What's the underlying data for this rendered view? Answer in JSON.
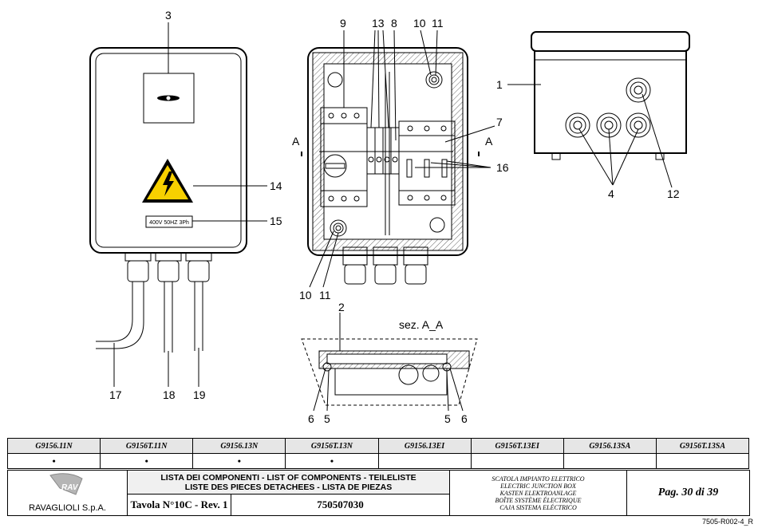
{
  "callouts": {
    "c3": "3",
    "c14": "14",
    "c15": "15",
    "c17": "17",
    "c18": "18",
    "c19": "19",
    "c9": "9",
    "c13": "13",
    "c8": "8",
    "c10a": "10",
    "c11a": "11",
    "c7": "7",
    "c16": "16",
    "cAleft": "A",
    "cAright": "A",
    "c10b": "10",
    "c11b": "11",
    "c1": "1",
    "c4": "4",
    "c12": "12",
    "c2": "2",
    "c6a": "6",
    "c5a": "5",
    "c5b": "5",
    "c6b": "6"
  },
  "section_label": "sez. A_A",
  "voltage_plate": "400V 50HZ 3Ph",
  "models": [
    {
      "code": "G9156.11N",
      "marked": "•"
    },
    {
      "code": "G9156T.11N",
      "marked": "•"
    },
    {
      "code": "G9156.13N",
      "marked": "•"
    },
    {
      "code": "G9156T.13N",
      "marked": "•"
    },
    {
      "code": "G9156.13EI",
      "marked": ""
    },
    {
      "code": "G9156T.13EI",
      "marked": ""
    },
    {
      "code": "G9156.13SA",
      "marked": ""
    },
    {
      "code": "G9156T.13SA",
      "marked": ""
    }
  ],
  "footer": {
    "company": "RAVAGLIOLI S.p.A.",
    "logo_text": "RAV",
    "list_line1": "LISTA DEI COMPONENTI - LIST OF COMPONENTS - TEILELISTE",
    "list_line2": "LISTE DES PIECES DETACHEES - LISTA DE PIEZAS",
    "tavola": "Tavola N°10C - Rev. 1",
    "code": "750507030",
    "desc": [
      "SCATOLA IMPIANTO ELETTRICO",
      "ELECTRIC JUNCTION BOX",
      "KASTEN ELEKTROANLAGE",
      "BOÎTE SYSTÈME ÉLECTRIQUE",
      "CAJA SISTEMA ELÉCTRICO"
    ],
    "page": "Pag. 30 di 39",
    "docref": "7505-R002-4_R"
  }
}
